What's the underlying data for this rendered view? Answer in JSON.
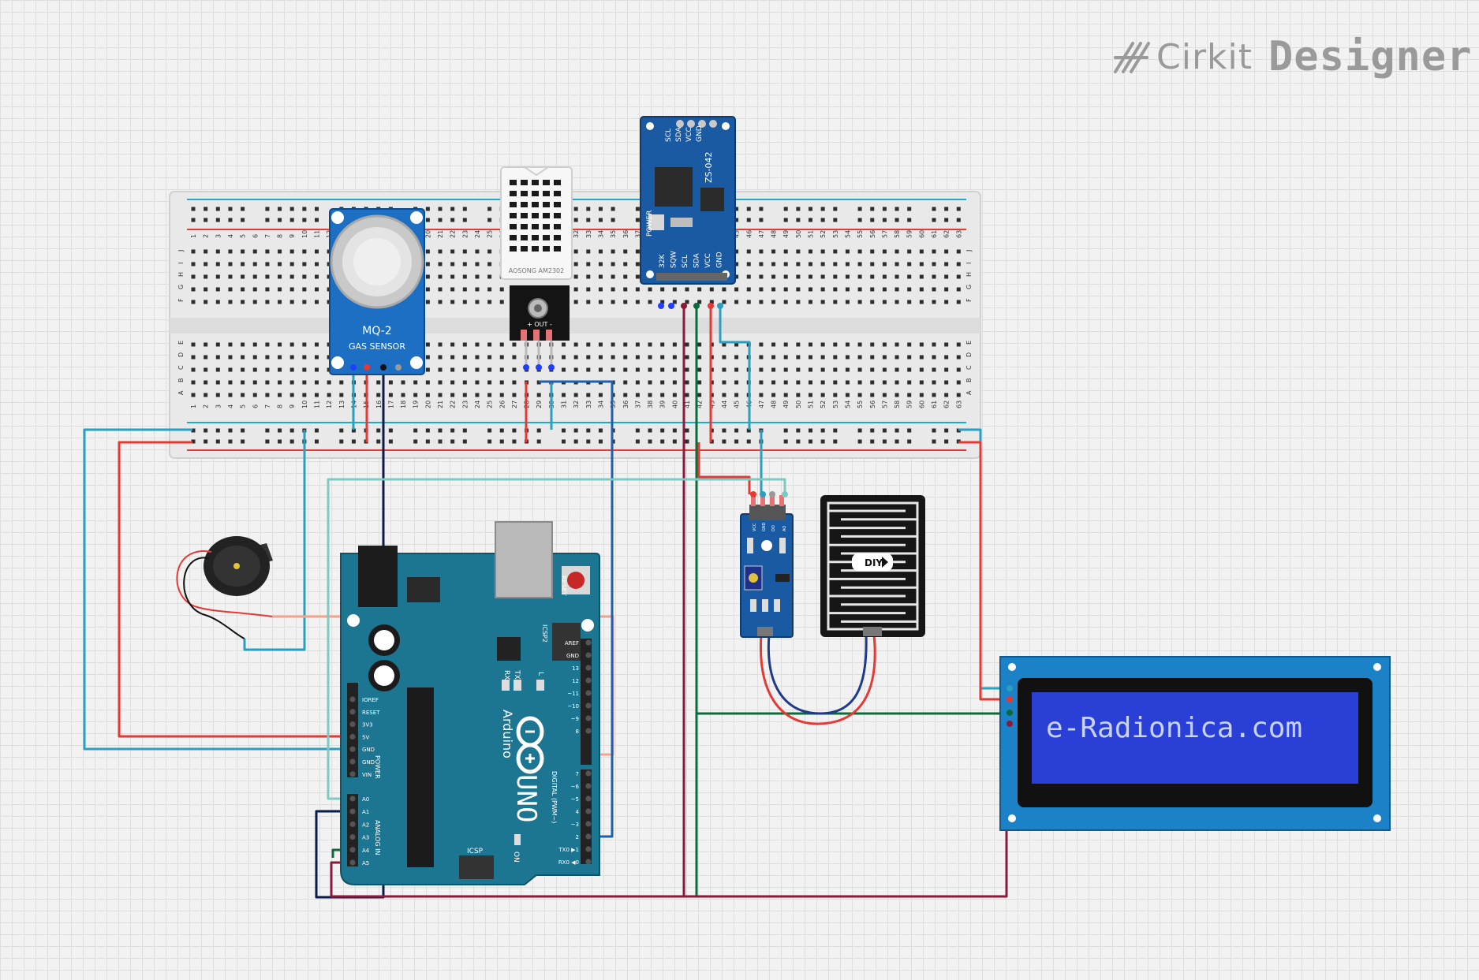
{
  "app": {
    "brand": "Cirkit",
    "product": "Designer"
  },
  "components": {
    "gas_sensor": {
      "model": "MQ-2",
      "label": "GAS SENSOR"
    },
    "dht": {
      "brand": "AOSONG AM2302",
      "out_label": "+ OUT -"
    },
    "rtc": {
      "model": "ZS-042",
      "top_pins": [
        "SCL",
        "SDA",
        "VCC",
        "GND"
      ],
      "bottom_pins": [
        "32K",
        "SQW",
        "SCL",
        "SDA",
        "VCC",
        "GND"
      ],
      "power_label": "POWER"
    },
    "arduino": {
      "name": "Arduino",
      "model": "UNO",
      "reset_label": "RESET",
      "icsp_label": "ICSP",
      "icsp2_label": "ICSP2",
      "on_label": "ON",
      "tx_label": "TX",
      "rx_label": "RX",
      "l_label": "L",
      "power_pins": [
        "IOREF",
        "RESET",
        "3V3",
        "5V",
        "GND",
        "GND",
        "VIN"
      ],
      "power_title": "POWER",
      "analog_pins": [
        "A0",
        "A1",
        "A2",
        "A3",
        "A4",
        "A5"
      ],
      "analog_title": "ANALOG IN",
      "digital_pins_top": [
        "AREF",
        "GND",
        "13",
        "12",
        "~11",
        "~10",
        "~9",
        "8"
      ],
      "digital_pins_bottom": [
        "7",
        "~6",
        "~5",
        "4",
        "~3",
        "2",
        "TX0 ▶1",
        "RX0 ◀0"
      ],
      "digital_title": "DIGITAL (PWM~)"
    },
    "rain_module": {
      "pins": [
        "VCC",
        "GND",
        "DO",
        "AO"
      ]
    },
    "rain_plate": {
      "badge": "DIY"
    },
    "lcd": {
      "text": "e-Radionica.com"
    }
  },
  "breadboard": {
    "columns": 63,
    "top_rows": [
      "J",
      "I",
      "H",
      "G",
      "F"
    ],
    "bottom_rows": [
      "E",
      "D",
      "C",
      "B",
      "A"
    ]
  },
  "colors": {
    "rail_red": "#e53935",
    "rail_blue": "#29a5c6",
    "wire_red": "#e53935",
    "wire_teal": "#2a9fc0",
    "wire_lightteal": "#7fc9c2",
    "wire_navy": "#0b1a4a",
    "wire_blue": "#1f5fb0",
    "wire_green": "#0d6b3a",
    "wire_maroon": "#8b1a3a",
    "wire_salmon": "#f4a48c",
    "arduino_board": "#1c7591",
    "module_blue": "#1a5aa3",
    "lcd_screen": "#2a3fd6"
  }
}
